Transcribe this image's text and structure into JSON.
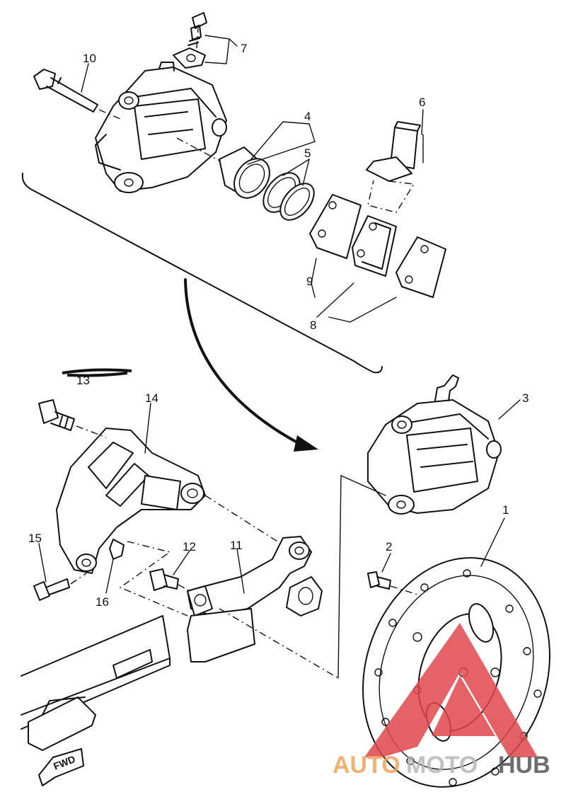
{
  "parts": [
    {
      "num": "1",
      "label": "1"
    },
    {
      "num": "2",
      "label": "2"
    },
    {
      "num": "3",
      "label": "3"
    },
    {
      "num": "4",
      "label": "4"
    },
    {
      "num": "5",
      "label": "5"
    },
    {
      "num": "6",
      "label": "6"
    },
    {
      "num": "7",
      "label": "7"
    },
    {
      "num": "8",
      "label": "8"
    },
    {
      "num": "9",
      "label": "9"
    },
    {
      "num": "10",
      "label": "10"
    },
    {
      "num": "11",
      "label": "11"
    },
    {
      "num": "12",
      "label": "12"
    },
    {
      "num": "13",
      "label": "13"
    },
    {
      "num": "14",
      "label": "14"
    },
    {
      "num": "15",
      "label": "15"
    },
    {
      "num": "16",
      "label": "16"
    }
  ],
  "fwd_label": "FWD",
  "watermark": {
    "part1": "AUTO",
    "part2": "MOTO",
    "part3": "HUB"
  },
  "colors": {
    "line": "#111111",
    "watermark_red": "#e0474c",
    "watermark_orange": "#f0a35a",
    "watermark_gray": "#b7b7b7",
    "watermark_dark": "#555555"
  }
}
